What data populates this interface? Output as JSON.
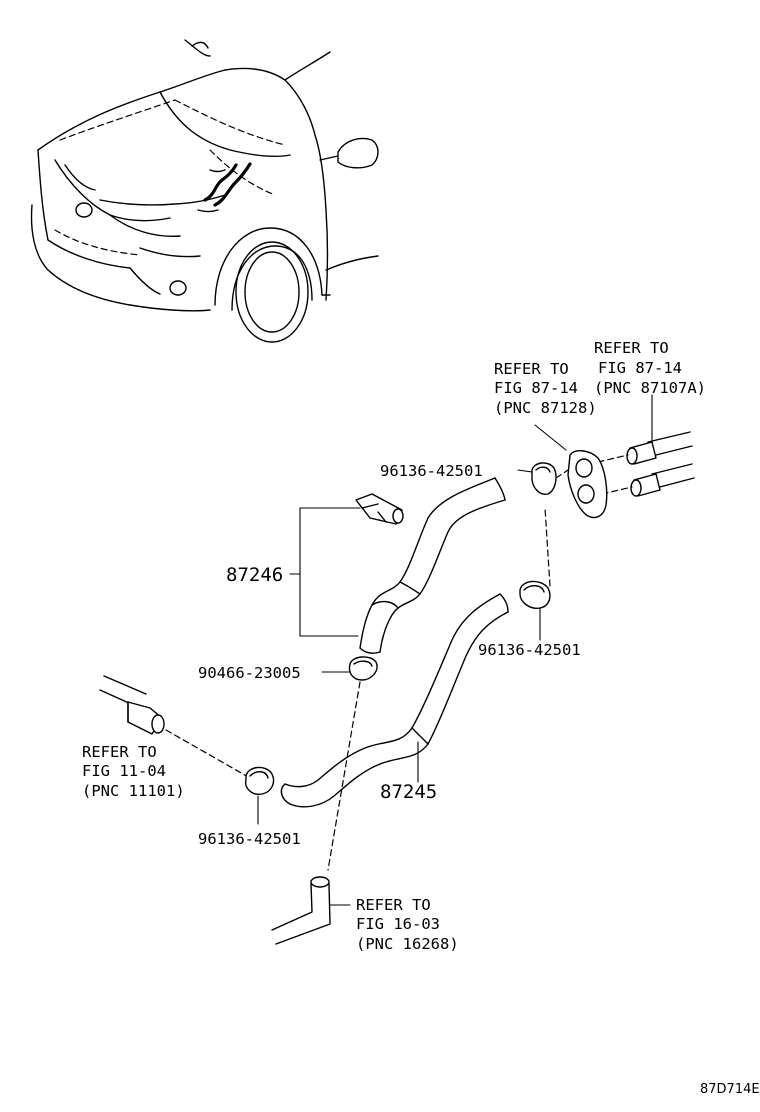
{
  "refs": {
    "a": {
      "line1": "REFER TO",
      "line2": "FIG 87-14",
      "line3": "(PNC 87107A)"
    },
    "b": {
      "line1": "REFER TO",
      "line2": "FIG 87-14",
      "line3": "(PNC 87128)"
    },
    "c": {
      "line1": "REFER TO",
      "line2": "FIG 11-04",
      "line3": "(PNC 11101)"
    },
    "d": {
      "line1": "REFER TO",
      "line2": "FIG 16-03",
      "line3": "(PNC 16268)"
    }
  },
  "parts": {
    "clamp_top": "96136-42501",
    "clamp_mid": "96136-42501",
    "clamp_low": "96136-42501",
    "clip": "90466-23005",
    "hose_upper": "87246",
    "hose_lower": "87245"
  },
  "figure_code": "87D714E"
}
